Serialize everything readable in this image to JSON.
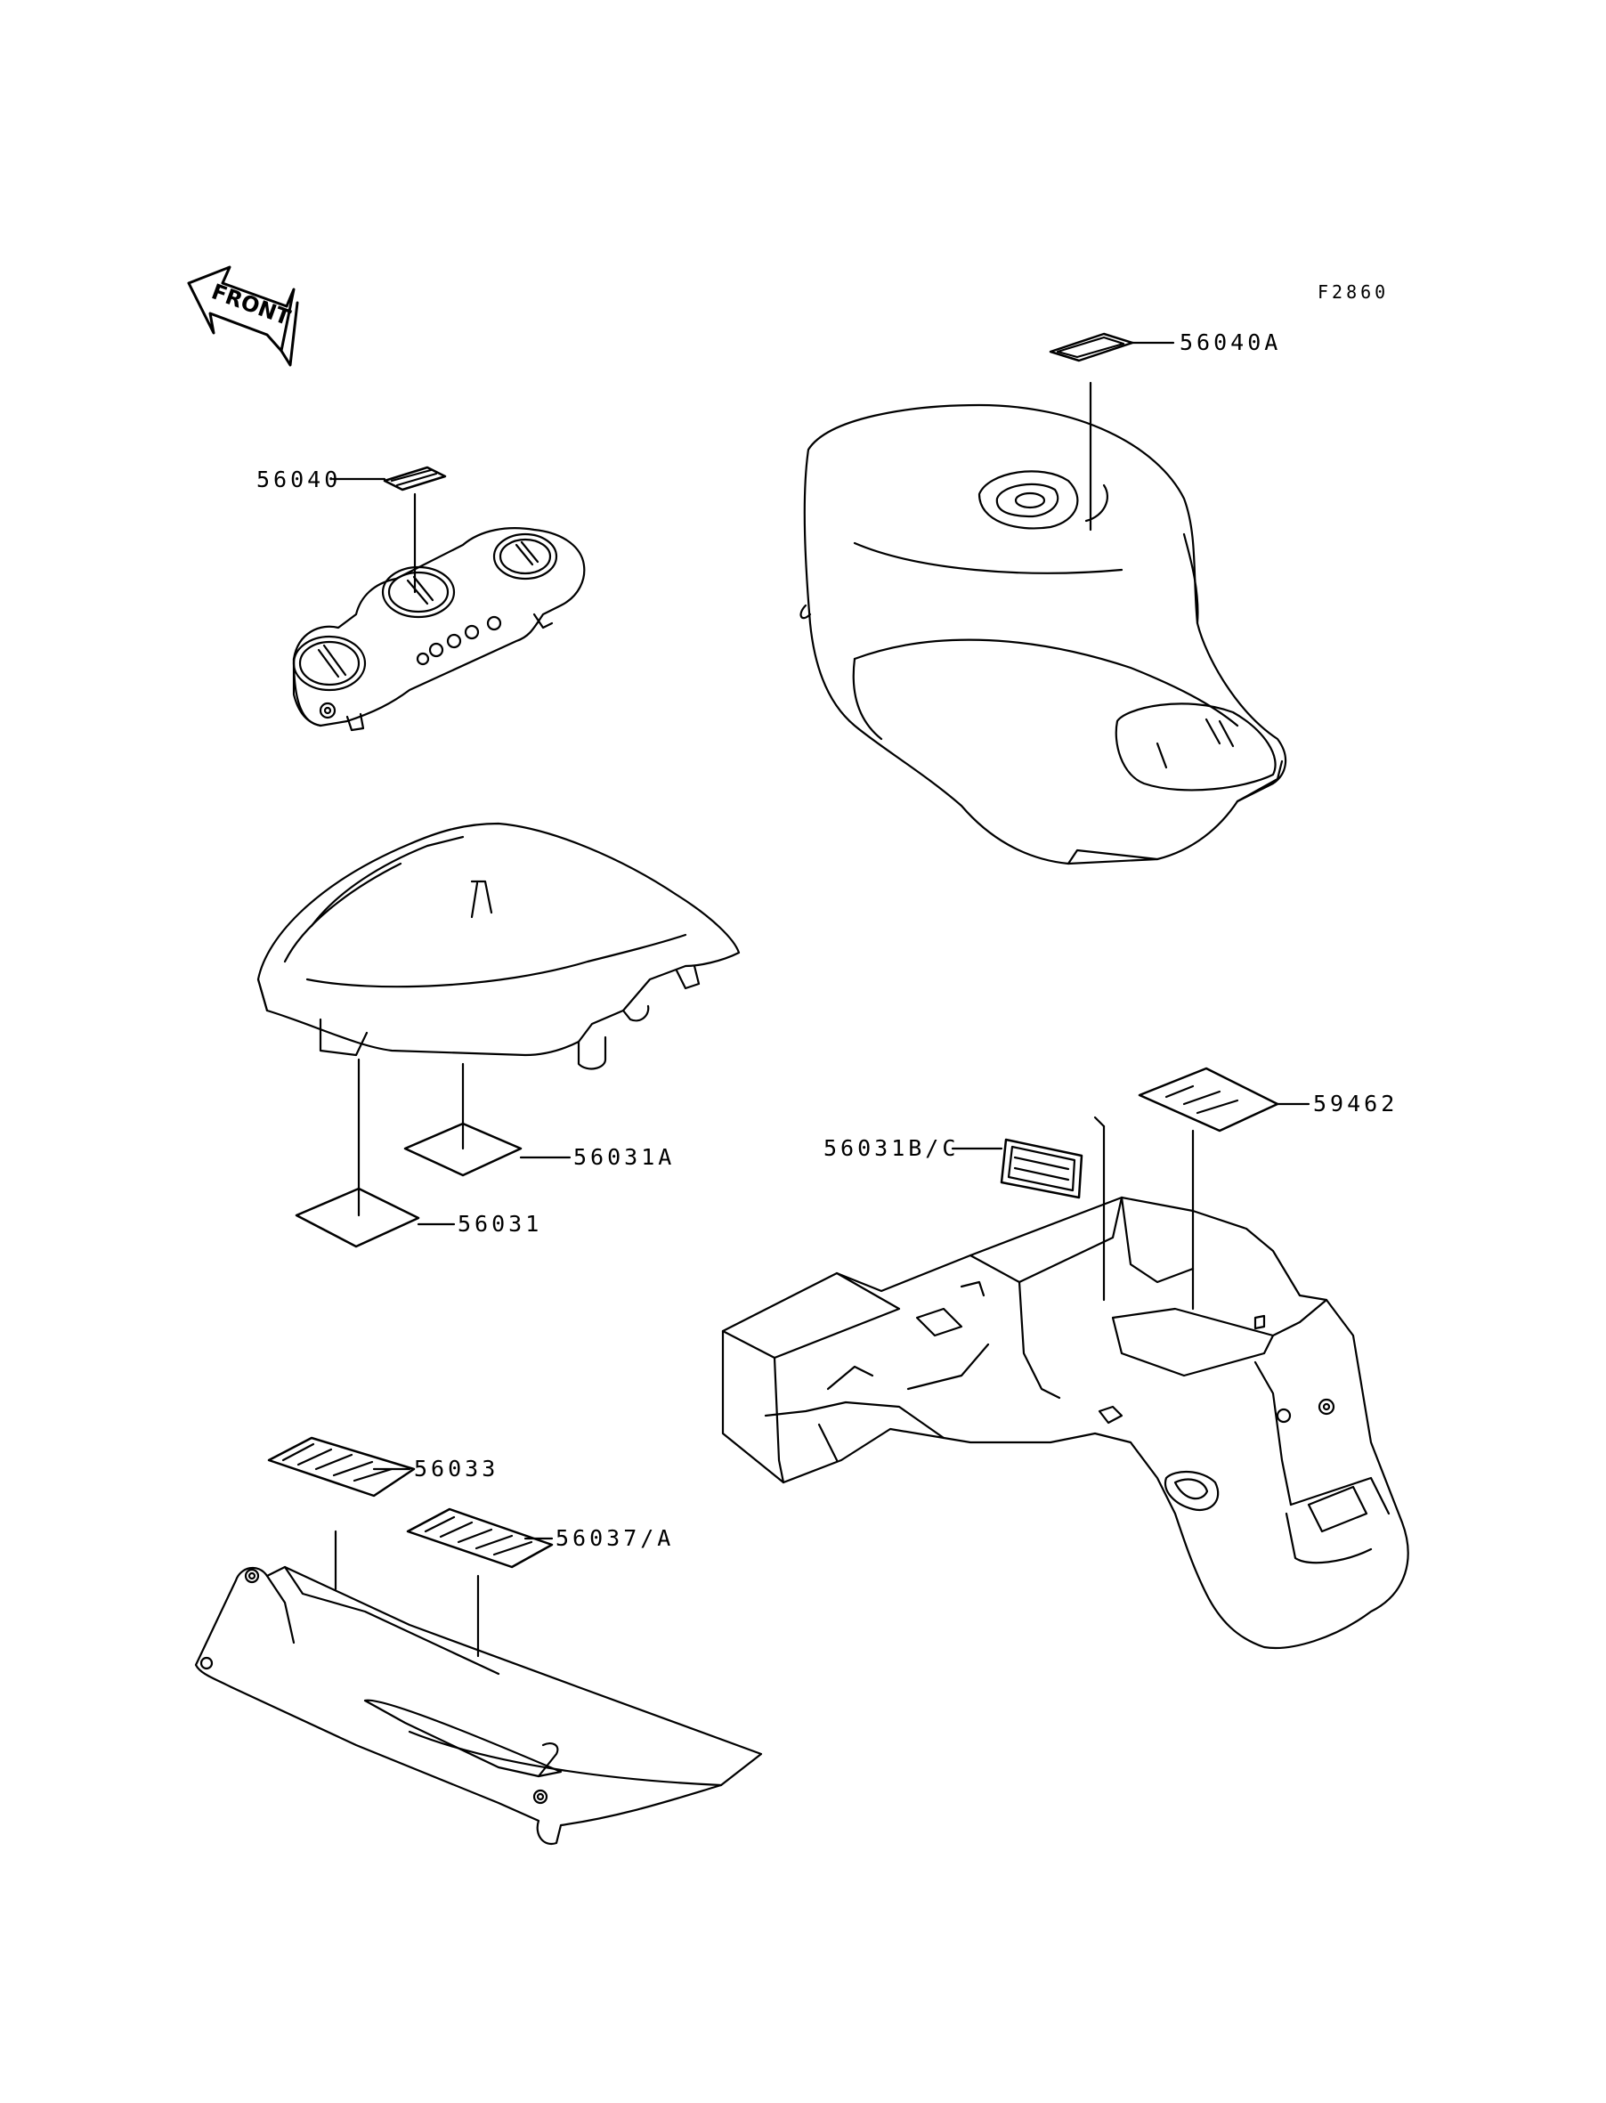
{
  "figure_code": "F2860",
  "front_badge": "FRONT",
  "callouts": {
    "c56040A": "56040A",
    "c56040": "56040",
    "c56031A": "56031A",
    "c56031": "56031",
    "c59462": "59462",
    "c56031BC": "56031B/C",
    "c56033": "56033",
    "c56037A": "56037/A"
  },
  "parts": [
    "fuel-tank",
    "instrument-meter",
    "rear-seat",
    "rear-fender",
    "chain-guard"
  ]
}
